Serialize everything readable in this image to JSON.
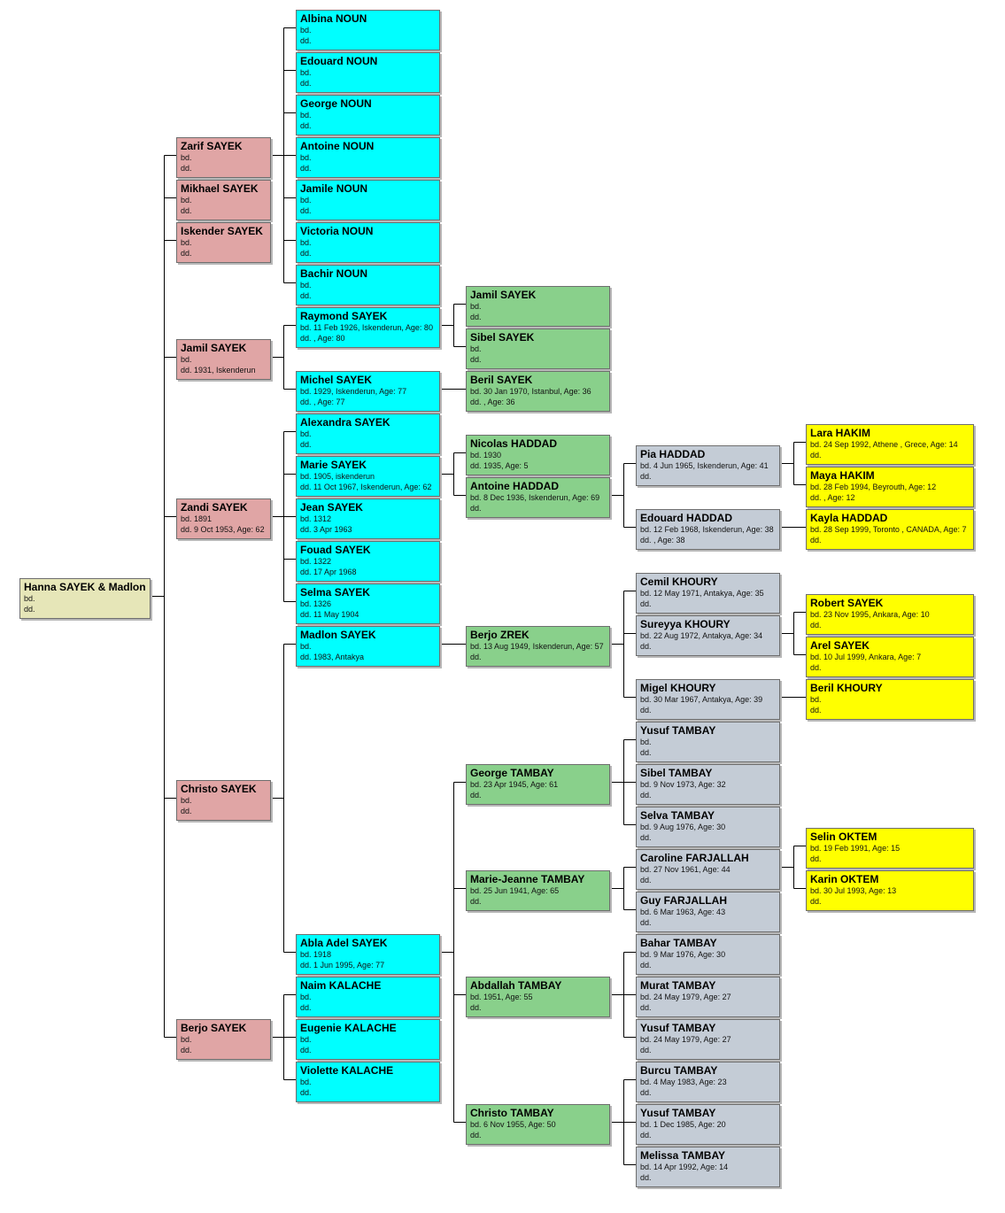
{
  "colors": {
    "root": "#e6e6b8",
    "gen1": "#e0a5a5",
    "gen2": "#00ffff",
    "gen3": "#89d08b",
    "gen4": "#c4ccd6",
    "gen5": "#ffff00",
    "line": "#000000"
  },
  "people": [
    {
      "id": "hanna",
      "gen": 0,
      "parent": null,
      "name": "Hanna SAYEK & Madlon",
      "bd": "bd.",
      "dd": "dd."
    },
    {
      "id": "zarif",
      "gen": 1,
      "parent": "hanna",
      "name": "Zarif SAYEK",
      "bd": "bd.",
      "dd": "dd."
    },
    {
      "id": "mikhael",
      "gen": 1,
      "parent": "hanna",
      "name": "Mikhael SAYEK",
      "bd": "bd.",
      "dd": "dd."
    },
    {
      "id": "iskender",
      "gen": 1,
      "parent": "hanna",
      "name": "Iskender SAYEK",
      "bd": "bd.",
      "dd": "dd."
    },
    {
      "id": "jamil1",
      "gen": 1,
      "parent": "hanna",
      "name": "Jamil SAYEK",
      "bd": "bd.",
      "dd": "dd. 1931, Iskenderun"
    },
    {
      "id": "zandi",
      "gen": 1,
      "parent": "hanna",
      "name": "Zandi SAYEK",
      "bd": "bd. 1891",
      "dd": "dd. 9 Oct 1953, Age: 62"
    },
    {
      "id": "christo1",
      "gen": 1,
      "parent": "hanna",
      "name": "Christo SAYEK",
      "bd": "bd.",
      "dd": "dd."
    },
    {
      "id": "berjo1",
      "gen": 1,
      "parent": "hanna",
      "name": "Berjo SAYEK",
      "bd": "bd.",
      "dd": "dd."
    },
    {
      "id": "albina",
      "gen": 2,
      "parent": "zarif",
      "name": "Albina NOUN",
      "bd": "bd.",
      "dd": "dd."
    },
    {
      "id": "edouard1",
      "gen": 2,
      "parent": "zarif",
      "name": "Edouard NOUN",
      "bd": "bd.",
      "dd": "dd."
    },
    {
      "id": "george1",
      "gen": 2,
      "parent": "zarif",
      "name": "George NOUN",
      "bd": "bd.",
      "dd": "dd."
    },
    {
      "id": "antoine1",
      "gen": 2,
      "parent": "zarif",
      "name": "Antoine NOUN",
      "bd": "bd.",
      "dd": "dd."
    },
    {
      "id": "jamile",
      "gen": 2,
      "parent": "zarif",
      "name": "Jamile NOUN",
      "bd": "bd.",
      "dd": "dd."
    },
    {
      "id": "victoria",
      "gen": 2,
      "parent": "zarif",
      "name": "Victoria NOUN",
      "bd": "bd.",
      "dd": "dd."
    },
    {
      "id": "bachir",
      "gen": 2,
      "parent": "zarif",
      "name": "Bachir NOUN",
      "bd": "bd.",
      "dd": "dd."
    },
    {
      "id": "raymond",
      "gen": 2,
      "parent": "jamil1",
      "name": "Raymond SAYEK",
      "bd": "bd. 11 Feb 1926, Iskenderun, Age: 80",
      "dd": "dd. , Age: 80"
    },
    {
      "id": "michel",
      "gen": 2,
      "parent": "jamil1",
      "name": "Michel SAYEK",
      "bd": "bd. 1929, Iskenderun, Age: 77",
      "dd": "dd. , Age: 77"
    },
    {
      "id": "alexandra",
      "gen": 2,
      "parent": "zandi",
      "name": "Alexandra SAYEK",
      "bd": "bd.",
      "dd": "dd."
    },
    {
      "id": "marie",
      "gen": 2,
      "parent": "zandi",
      "name": "Marie SAYEK",
      "bd": "bd. 1905, iskenderun",
      "dd": "dd. 11 Oct 1967, Iskenderun, Age: 62"
    },
    {
      "id": "jean",
      "gen": 2,
      "parent": "zandi",
      "name": "Jean SAYEK",
      "bd": "bd. 1312",
      "dd": "dd. 3 Apr 1963"
    },
    {
      "id": "fouad",
      "gen": 2,
      "parent": "zandi",
      "name": "Fouad SAYEK",
      "bd": "bd. 1322",
      "dd": "dd. 17 Apr 1968"
    },
    {
      "id": "selma",
      "gen": 2,
      "parent": "zandi",
      "name": "Selma SAYEK",
      "bd": "bd. 1326",
      "dd": "dd. 11 May 1904"
    },
    {
      "id": "madlon",
      "gen": 2,
      "parent": "christo1",
      "name": "Madlon SAYEK",
      "bd": "bd.",
      "dd": "dd. 1983, Antakya"
    },
    {
      "id": "abla",
      "gen": 2,
      "parent": "christo1",
      "name": "Abla Adel SAYEK",
      "bd": "bd. 1918",
      "dd": "dd. 1 Jun 1995, Age: 77"
    },
    {
      "id": "naim",
      "gen": 2,
      "parent": "berjo1",
      "name": "Naim KALACHE",
      "bd": "bd.",
      "dd": "dd."
    },
    {
      "id": "eugenie",
      "gen": 2,
      "parent": "berjo1",
      "name": "Eugenie KALACHE",
      "bd": "bd.",
      "dd": "dd."
    },
    {
      "id": "violette",
      "gen": 2,
      "parent": "berjo1",
      "name": "Violette KALACHE",
      "bd": "bd.",
      "dd": "dd."
    },
    {
      "id": "jamil2",
      "gen": 3,
      "parent": "raymond",
      "name": "Jamil SAYEK",
      "bd": "bd.",
      "dd": "dd."
    },
    {
      "id": "sibel1",
      "gen": 3,
      "parent": "raymond",
      "name": "Sibel SAYEK",
      "bd": "bd.",
      "dd": "dd."
    },
    {
      "id": "beril1",
      "gen": 3,
      "parent": "michel",
      "name": "Beril SAYEK",
      "bd": "bd. 30 Jan 1970, Istanbul, Age: 36",
      "dd": "dd. , Age: 36"
    },
    {
      "id": "nicolas",
      "gen": 3,
      "parent": "marie",
      "name": "Nicolas HADDAD",
      "bd": "bd. 1930",
      "dd": "dd. 1935, Age: 5"
    },
    {
      "id": "antoine2",
      "gen": 3,
      "parent": "marie",
      "name": "Antoine HADDAD",
      "bd": "bd. 8 Dec 1936, Iskenderun, Age: 69",
      "dd": "dd."
    },
    {
      "id": "berjo2",
      "gen": 3,
      "parent": "madlon",
      "name": "Berjo ZREK",
      "bd": "bd. 13 Aug 1949, Iskenderun, Age: 57",
      "dd": "dd."
    },
    {
      "id": "george2",
      "gen": 3,
      "parent": "abla",
      "name": "George TAMBAY",
      "bd": "bd. 23 Apr 1945, Age: 61",
      "dd": "dd."
    },
    {
      "id": "mariejeanne",
      "gen": 3,
      "parent": "abla",
      "name": "Marie-Jeanne TAMBAY",
      "bd": "bd. 25 Jun 1941, Age: 65",
      "dd": "dd."
    },
    {
      "id": "abdallah",
      "gen": 3,
      "parent": "abla",
      "name": "Abdallah TAMBAY",
      "bd": "bd. 1951, Age: 55",
      "dd": "dd."
    },
    {
      "id": "christo2",
      "gen": 3,
      "parent": "abla",
      "name": "Christo TAMBAY",
      "bd": "bd. 6 Nov 1955, Age: 50",
      "dd": "dd."
    },
    {
      "id": "pia",
      "gen": 4,
      "parent": "antoine2",
      "name": "Pia HADDAD",
      "bd": "bd. 4 Jun 1965, Iskenderun, Age: 41",
      "dd": "dd."
    },
    {
      "id": "edouard2",
      "gen": 4,
      "parent": "antoine2",
      "name": "Edouard HADDAD",
      "bd": "bd. 12 Feb 1968, Iskenderun, Age: 38",
      "dd": "dd. , Age: 38"
    },
    {
      "id": "cemil",
      "gen": 4,
      "parent": "berjo2",
      "name": "Cemil KHOURY",
      "bd": "bd. 12 May 1971, Antakya, Age: 35",
      "dd": "dd."
    },
    {
      "id": "sureyya",
      "gen": 4,
      "parent": "berjo2",
      "name": "Sureyya KHOURY",
      "bd": "bd. 22 Aug 1972, Antakya, Age: 34",
      "dd": "dd."
    },
    {
      "id": "migel",
      "gen": 4,
      "parent": "berjo2",
      "name": "Migel KHOURY",
      "bd": "bd. 30 Mar 1967, Antakya, Age: 39",
      "dd": "dd."
    },
    {
      "id": "yusuf1",
      "gen": 4,
      "parent": "george2",
      "name": "Yusuf TAMBAY",
      "bd": "bd.",
      "dd": "dd."
    },
    {
      "id": "sibel2",
      "gen": 4,
      "parent": "george2",
      "name": "Sibel TAMBAY",
      "bd": "bd. 9 Nov 1973, Age: 32",
      "dd": "dd."
    },
    {
      "id": "selva",
      "gen": 4,
      "parent": "george2",
      "name": "Selva TAMBAY",
      "bd": "bd. 9 Aug 1976, Age: 30",
      "dd": "dd."
    },
    {
      "id": "caroline",
      "gen": 4,
      "parent": "mariejeanne",
      "name": "Caroline FARJALLAH",
      "bd": "bd. 27 Nov 1961, Age: 44",
      "dd": "dd."
    },
    {
      "id": "guy",
      "gen": 4,
      "parent": "mariejeanne",
      "name": "Guy FARJALLAH",
      "bd": "bd. 6 Mar 1963, Age: 43",
      "dd": "dd."
    },
    {
      "id": "bahar",
      "gen": 4,
      "parent": "abdallah",
      "name": "Bahar TAMBAY",
      "bd": "bd. 9 Mar 1976, Age: 30",
      "dd": "dd."
    },
    {
      "id": "murat",
      "gen": 4,
      "parent": "abdallah",
      "name": "Murat TAMBAY",
      "bd": "bd. 24 May 1979, Age: 27",
      "dd": "dd."
    },
    {
      "id": "yusuf2",
      "gen": 4,
      "parent": "abdallah",
      "name": "Yusuf TAMBAY",
      "bd": "bd. 24 May 1979, Age: 27",
      "dd": "dd."
    },
    {
      "id": "burcu",
      "gen": 4,
      "parent": "christo2",
      "name": "Burcu TAMBAY",
      "bd": "bd. 4 May 1983, Age: 23",
      "dd": "dd."
    },
    {
      "id": "yusuf3",
      "gen": 4,
      "parent": "christo2",
      "name": "Yusuf TAMBAY",
      "bd": "bd. 1 Dec 1985, Age: 20",
      "dd": "dd."
    },
    {
      "id": "melissa",
      "gen": 4,
      "parent": "christo2",
      "name": "Melissa TAMBAY",
      "bd": "bd. 14 Apr 1992, Age: 14",
      "dd": "dd."
    },
    {
      "id": "lara",
      "gen": 5,
      "parent": "pia",
      "name": "Lara HAKIM",
      "bd": "bd. 24 Sep 1992, Athene , Grece, Age: 14",
      "dd": "dd."
    },
    {
      "id": "maya",
      "gen": 5,
      "parent": "pia",
      "name": "Maya HAKIM",
      "bd": "bd. 28 Feb 1994, Beyrouth, Age: 12",
      "dd": "dd. , Age: 12"
    },
    {
      "id": "kayla",
      "gen": 5,
      "parent": "edouard2",
      "name": "Kayla HADDAD",
      "bd": "bd. 28 Sep 1999, Toronto , CANADA, Age: 7",
      "dd": "dd."
    },
    {
      "id": "robert",
      "gen": 5,
      "parent": "sureyya",
      "name": "Robert SAYEK",
      "bd": "bd. 23 Nov 1995, Ankara, Age: 10",
      "dd": "dd."
    },
    {
      "id": "arel",
      "gen": 5,
      "parent": "sureyya",
      "name": "Arel SAYEK",
      "bd": "bd. 10 Jul 1999, Ankara, Age: 7",
      "dd": "dd."
    },
    {
      "id": "beril2",
      "gen": 5,
      "parent": "migel",
      "name": "Beril KHOURY",
      "bd": "bd.",
      "dd": "dd."
    },
    {
      "id": "selin",
      "gen": 5,
      "parent": "caroline",
      "name": "Selin OKTEM",
      "bd": "bd. 19 Feb 1991, Age: 15",
      "dd": "dd."
    },
    {
      "id": "karin",
      "gen": 5,
      "parent": "caroline",
      "name": "Karin OKTEM",
      "bd": "bd. 30 Jul 1993, Age: 13",
      "dd": "dd."
    }
  ]
}
